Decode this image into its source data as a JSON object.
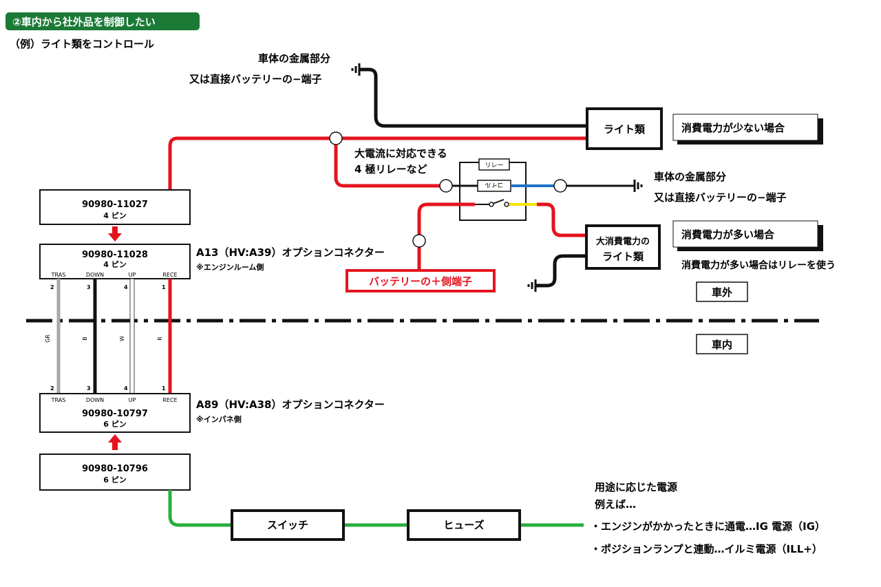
{
  "header": {
    "title": "②車内から社外品を制御したい",
    "subtitle": "（例）ライト類をコントロール"
  },
  "ground_top": {
    "line1": "車体の金属部分",
    "line2": "又は直接バッテリーの−端子"
  },
  "ground_right": {
    "line1": "車体の金属部分",
    "line2": "又は直接バッテリーの−端子"
  },
  "light_small": {
    "label": "ライト類",
    "note": "消費電力が少ない場合"
  },
  "light_large": {
    "line1": "大消費電力の",
    "line2": "ライト類",
    "note": "消費電力が多い場合",
    "caption": "消費電力が多い場合はリレーを使う"
  },
  "relay": {
    "line1": "大電流に対応できる",
    "line2": "4 極リレーなど",
    "label_top": "リレー",
    "label_coil": "コイル"
  },
  "battery": {
    "label": "バッテリーの＋側端子"
  },
  "zones": {
    "outside": "車外",
    "inside": "車内"
  },
  "conn_11027": {
    "part": "90980-11027",
    "pins": "4 ピン"
  },
  "conn_11028": {
    "part": "90980-11028",
    "pins": "4 ピン",
    "title": "A13（HV:A39）オプションコネクター",
    "note": "※エンジンルーム側"
  },
  "conn_10797": {
    "part": "90980-10797",
    "pins": "6 ピン",
    "title": "A89（HV:A38）オプションコネクター",
    "note": "※インパネ側"
  },
  "conn_10796": {
    "part": "90980-10796",
    "pins": "6 ピン"
  },
  "pin_labels": [
    "TRAS",
    "DOWN",
    "UP",
    "RECE"
  ],
  "pin_numbers": [
    "2",
    "3",
    "4",
    "1"
  ],
  "wire_colors": [
    "GR",
    "B",
    "W",
    "R"
  ],
  "switch": {
    "label": "スイッチ"
  },
  "fuse": {
    "label": "ヒューズ"
  },
  "power": {
    "line1": "用途に応じた電源",
    "line2": "例えば…",
    "item1": "・エンジンがかかったときに通電…IG 電源（IG）",
    "item2": "・ポジションランプと連動…イルミ電源（ILL+）"
  },
  "colors": {
    "green_header": "#1b7a36",
    "red": "#e4141e",
    "black": "#111111",
    "gray": "#a8a8a8",
    "green_wire": "#2aae3f",
    "blue": "#1f73c8",
    "yellow": "#f5e400"
  }
}
